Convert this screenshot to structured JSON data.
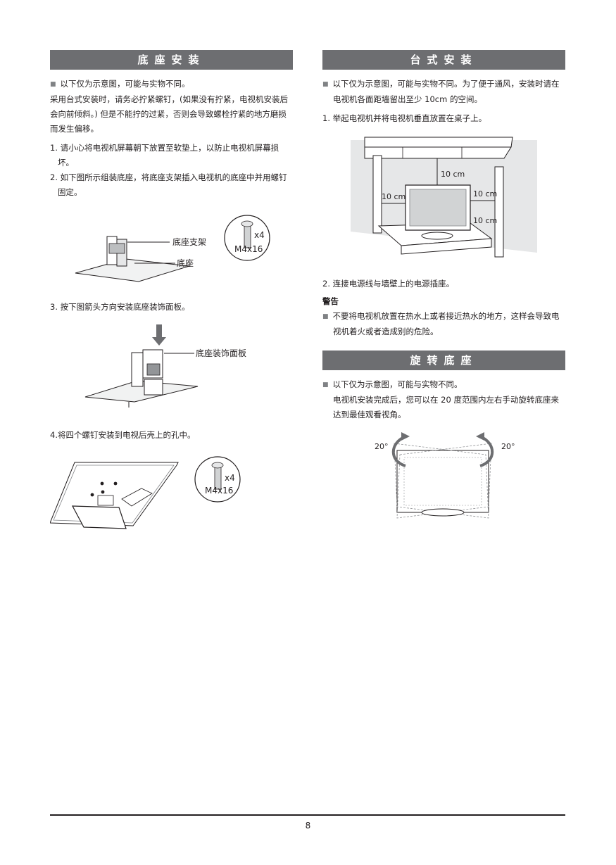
{
  "left": {
    "heading": "底座安装",
    "note": "以下仅为示意图，可能与实物不同。",
    "intro": "采用台式安装时，请务必拧紧螺钉，(如果没有拧紧，电视机安装后会向前倾斜。) 但是不能拧的过紧，否则会导致螺栓拧紧的地方磨损而发生偏移。",
    "step1": "1. 请小心将电视机屏幕朝下放置至软垫上，以防止电视机屏幕损坏。",
    "step2": "2. 如下图所示组装底座，将底座支架插入电视机的底座中并用螺钉固定。",
    "fig1": {
      "label_bracket": "底座支架",
      "label_base": "底座",
      "screw_qty": "x4",
      "screw_size": "M4x16"
    },
    "step3": "3. 按下图箭头方向安装底座装饰面板。",
    "fig2": {
      "label_cover": "底座装饰面板"
    },
    "step4": "4.将四个螺钉安装到电视后壳上的孔中。",
    "fig3": {
      "screw_qty": "x4",
      "screw_size": "M4x16"
    }
  },
  "right": {
    "heading": "台式安装",
    "note": "以下仅为示意图，可能与实物不同。为了便于通风，安装时请在电视机各面距墙留出至少 10cm 的空间。",
    "step1": "1.  举起电视机并将电视机垂直放置在桌子上。",
    "fig1": {
      "top": "10 cm",
      "left": "10 cm",
      "right": "10 cm",
      "back": "10 cm"
    },
    "step2": "2.  连接电源线与墙壁上的电源插座。",
    "warning_title": "警告",
    "warning": "不要将电视机放置在热水上或者接近热水的地方，这样会导致电视机着火或者造成别的危险。",
    "swivel_heading": "旋转底座",
    "swivel_note": "以下仅为示意图，可能与实物不同。",
    "swivel_text": "电视机安装完成后，您可以在 20 度范围内左右手动旋转底座来达到最佳观看视角。",
    "fig2": {
      "left_angle": "20°",
      "right_angle": "20°"
    }
  },
  "footer": {
    "page": "8"
  }
}
